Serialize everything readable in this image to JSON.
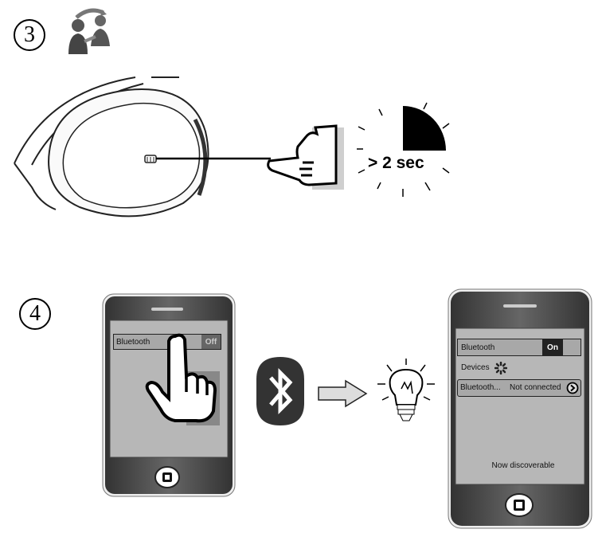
{
  "steps": [
    {
      "number": "3"
    },
    {
      "number": "4"
    }
  ],
  "press_instruction": {
    "duration_label": "> 2 sec"
  },
  "phone_left": {
    "bluetooth_label": "Bluetooth",
    "toggle_value": "Off"
  },
  "phone_right": {
    "bluetooth_label": "Bluetooth",
    "toggle_value": "On",
    "devices_label": "Devices",
    "device_name": "Bluetooth...",
    "device_status": "Not connected",
    "footer_status": "Now discoverable"
  },
  "icons": [
    "people-connect-icon",
    "headphone-illustration",
    "pointing-hand-icon",
    "timer-icon",
    "bluetooth-icon",
    "arrow-right-icon",
    "lightbulb-icon",
    "touch-hand-icon",
    "spinner-icon",
    "chevron-circle-icon",
    "home-button-icon"
  ]
}
